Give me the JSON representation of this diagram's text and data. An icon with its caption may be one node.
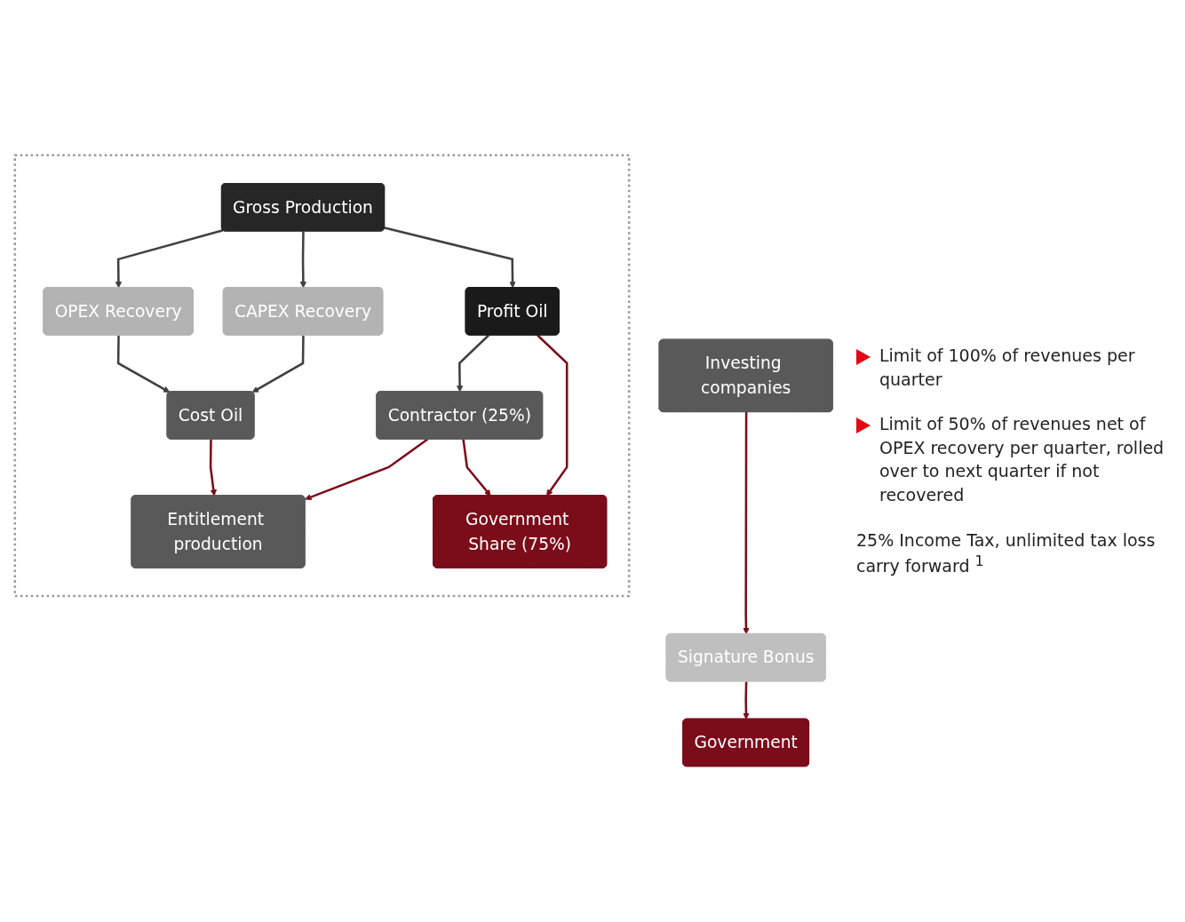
{
  "diagram": {
    "nodes": [
      {
        "text": [
          "Investing companies"
        ]
      },
      {
        "text": [
          "Government"
        ]
      },
      {
        "text": [
          "Signature Bonus"
        ]
      },
      {
        "text": [],
        "shape": "box"
      },
      {
        "text": [
          "Gross Production"
        ],
        "in": 3
      },
      {
        "text": [
          "OPEX Recovery"
        ],
        "in": 3
      },
      {
        "text": [
          "CAPEX Recovery"
        ],
        "in": 3
      },
      {
        "text": [
          "Profit Oil"
        ],
        "in": 3
      },
      {
        "text": [
          "Cost Oil"
        ],
        "in": 3
      },
      {
        "text": [
          "Contractor (25%)"
        ],
        "in": 3
      },
      {
        "text": [
          "Government Share (75%)"
        ],
        "in": 3
      },
      {
        "text": [
          "Entitlement production"
        ],
        "in": 3
      }
    ],
    "edges": [
      {
        "from": 0,
        "to": 2,
        "arrow": "to",
        "color": "#7b0c1a"
      },
      {
        "from": 2,
        "to": 1,
        "arrow": "to",
        "color": "#7b0c1a"
      },
      {
        "from": 4,
        "to": 5,
        "arrow": "to",
        "color": "#404040"
      },
      {
        "from": 4,
        "to": 6,
        "arrow": "to",
        "color": "#404040"
      },
      {
        "from": 4,
        "to": 7,
        "arrow": "to",
        "color": "#404040"
      },
      {
        "from": 5,
        "to": 8,
        "arrow": "to",
        "color": "#404040"
      },
      {
        "from": 6,
        "to": 8,
        "arrow": "to",
        "color": "#404040"
      },
      {
        "from": 7,
        "to": 9,
        "arrow": "to",
        "color": "#404040"
      },
      {
        "from": 7,
        "to": 10,
        "arrow": "to",
        "color": "#7b0c1a"
      },
      {
        "from": 8,
        "to": 11,
        "arrow": "to",
        "color": "#7b0c1a"
      },
      {
        "from": 9,
        "to": 11,
        "arrow": "to",
        "color": "#7b0c1a"
      },
      {
        "from": 9,
        "to": 10,
        "arrow": "to",
        "color": "#7b0c1a"
      }
    ],
    "labels": [
      "Limit of 100% of revenues per quarter",
      "Limit of 50% of revenues net of OPEX recovery per quarter, rolled over to next quarter if not recovered",
      "25% Income Tax, unlimited tax loss carry forward $^{1}$"
    ]
  }
}
